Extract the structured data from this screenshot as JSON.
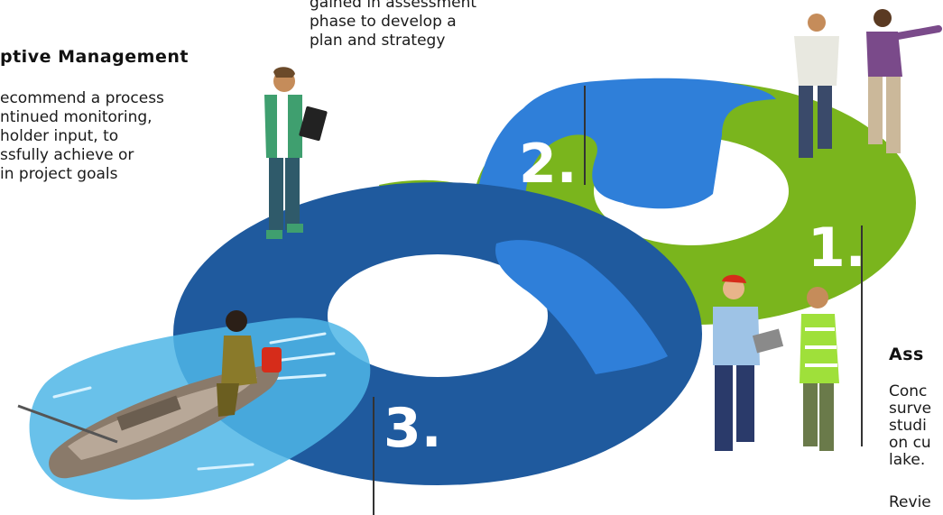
{
  "plan_text": {
    "lines": [
      "gained in assessment",
      "phase to develop a",
      "plan and strategy"
    ]
  },
  "adaptive_management": {
    "heading": "ptive Management",
    "lines": [
      "ecommend a process",
      "ntinued monitoring,",
      "holder input, to",
      "ssfully achieve or",
      "in project goals"
    ]
  },
  "assessment": {
    "heading": "Ass",
    "lines": [
      "Conc",
      "surve",
      "studi",
      "on cu",
      "lake."
    ],
    "extra_line": "Revie"
  },
  "steps": {
    "one": "1.",
    "two": "2.",
    "three": "3."
  },
  "colors": {
    "green": "#7ab51d",
    "light_blue": "#2f7fd9",
    "dark_blue": "#1f5a9e",
    "water": "#4fb6e6"
  },
  "icons": {
    "person_tablet": "person-with-clipboard-icon",
    "people_pointing": "two-people-pointing-icon",
    "engineers": "engineers-with-laptop-icon",
    "boat": "boat-with-fisherman-icon"
  }
}
